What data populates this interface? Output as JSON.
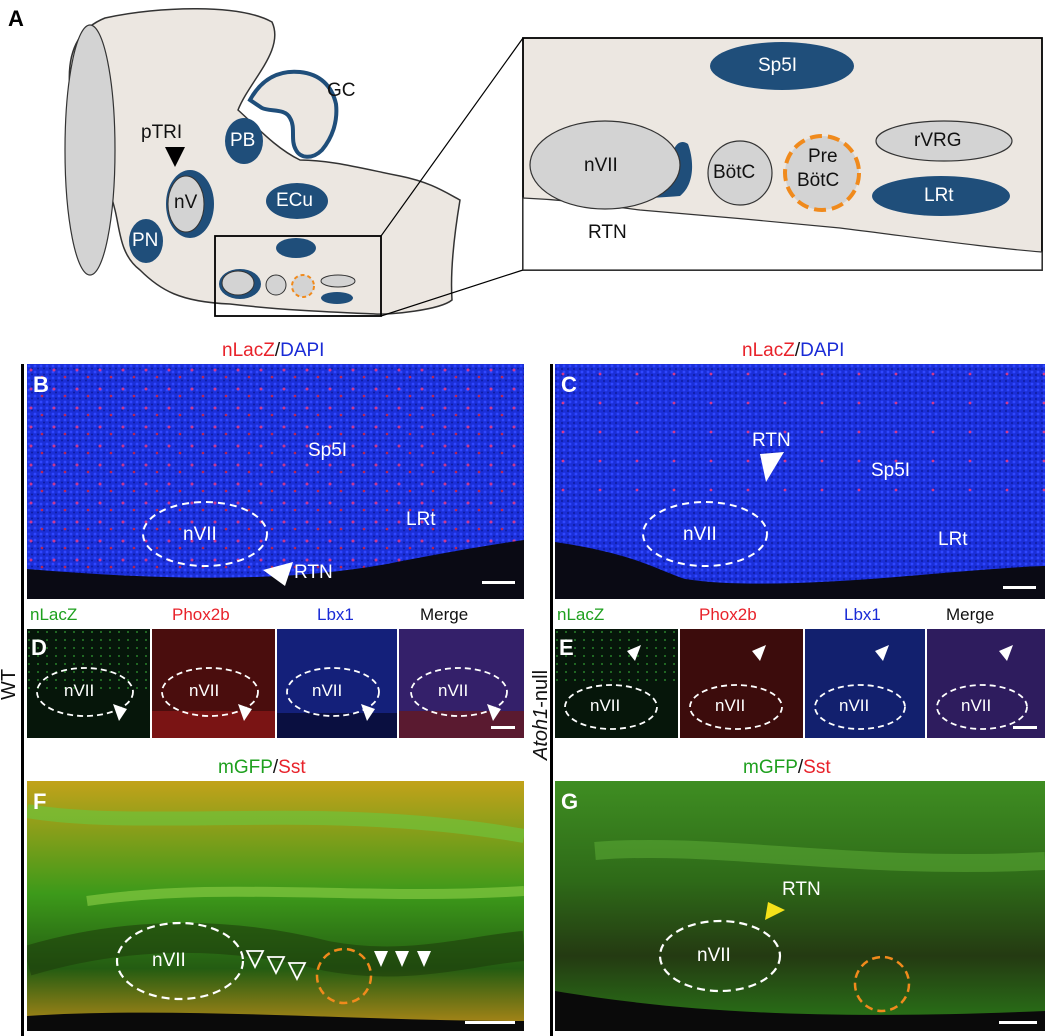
{
  "panels": {
    "A": "A",
    "B": "B",
    "C": "C",
    "D": "D",
    "E": "E",
    "F": "F",
    "G": "G"
  },
  "schematic": {
    "labels": {
      "gc": "GC",
      "ptri": "pTRI",
      "pb": "PB",
      "nv": "nV",
      "ecu": "ECu",
      "pn": "PN"
    },
    "inset": {
      "sp5i": "Sp5I",
      "nvii": "nVII",
      "botc": "BötC",
      "pre1": "Pre",
      "pre2": "BötC",
      "rvrg": "rVRG",
      "lrt": "LRt",
      "rtn": "RTN"
    }
  },
  "rows": {
    "bc_title_parts": [
      "nLacZ",
      "/",
      "DAPI"
    ],
    "fg_title_parts": [
      "mGFP",
      "/",
      "Sst"
    ]
  },
  "panel_b": {
    "sp5i": "Sp5I",
    "nvii": "nVII",
    "lrt": "LRt",
    "rtn": "RTN"
  },
  "panel_c": {
    "rtn": "RTN",
    "sp5i": "Sp5I",
    "nvii": "nVII",
    "lrt": "LRt"
  },
  "panel_d": {
    "channels": [
      "nLacZ",
      "Phox2b",
      "Lbx1",
      "Merge"
    ],
    "nucleus": "nVII"
  },
  "panel_e": {
    "channels": [
      "nLacZ",
      "Phox2b",
      "Lbx1",
      "Merge"
    ],
    "nucleus": "nVII"
  },
  "panel_f": {
    "nvii": "nVII"
  },
  "panel_g": {
    "rtn": "RTN",
    "nvii": "nVII"
  },
  "side_labels": {
    "wt": "WT",
    "atoh_italic": "Atoh1",
    "atoh_rest": "-null"
  },
  "colors": {
    "nucleus_blue": "#1f4e7a",
    "tissue": "#ece7e1",
    "gray_nucleus": "#cfcfcf",
    "prebotc_orange": "#f08a1c",
    "lacz_red": "#e8222a",
    "gfp_green": "#1ea01e",
    "dapi_blue": "#1a2bd6"
  }
}
